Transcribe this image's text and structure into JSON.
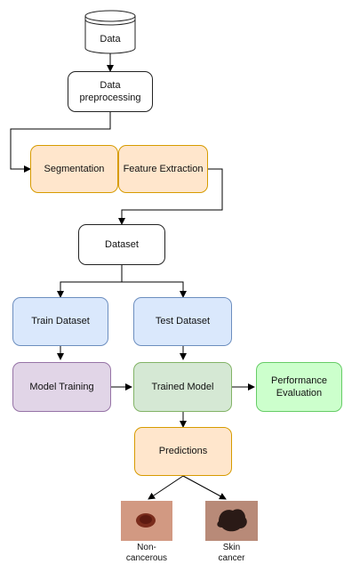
{
  "nodes": {
    "data": "Data",
    "preprocessing": "Data\npreprocessing",
    "segmentation": "Segmentation",
    "feature_extraction": "Feature Extraction",
    "dataset": "Dataset",
    "train_dataset": "Train Dataset",
    "test_dataset": "Test Dataset",
    "model_training": "Model Training",
    "trained_model": "Trained Model",
    "performance_evaluation": "Performance\nEvaluation",
    "predictions": "Predictions"
  },
  "outputs": {
    "non_cancerous": "Non-\ncancerous",
    "skin_cancer": "Skin\ncancer"
  },
  "colors": {
    "orange_fill": "#ffe6cc",
    "blue_fill": "#dae8fc",
    "purple_fill": "#e1d5e7",
    "green_fill": "#d5e8d4",
    "bright_green_fill": "#ccffcc"
  }
}
